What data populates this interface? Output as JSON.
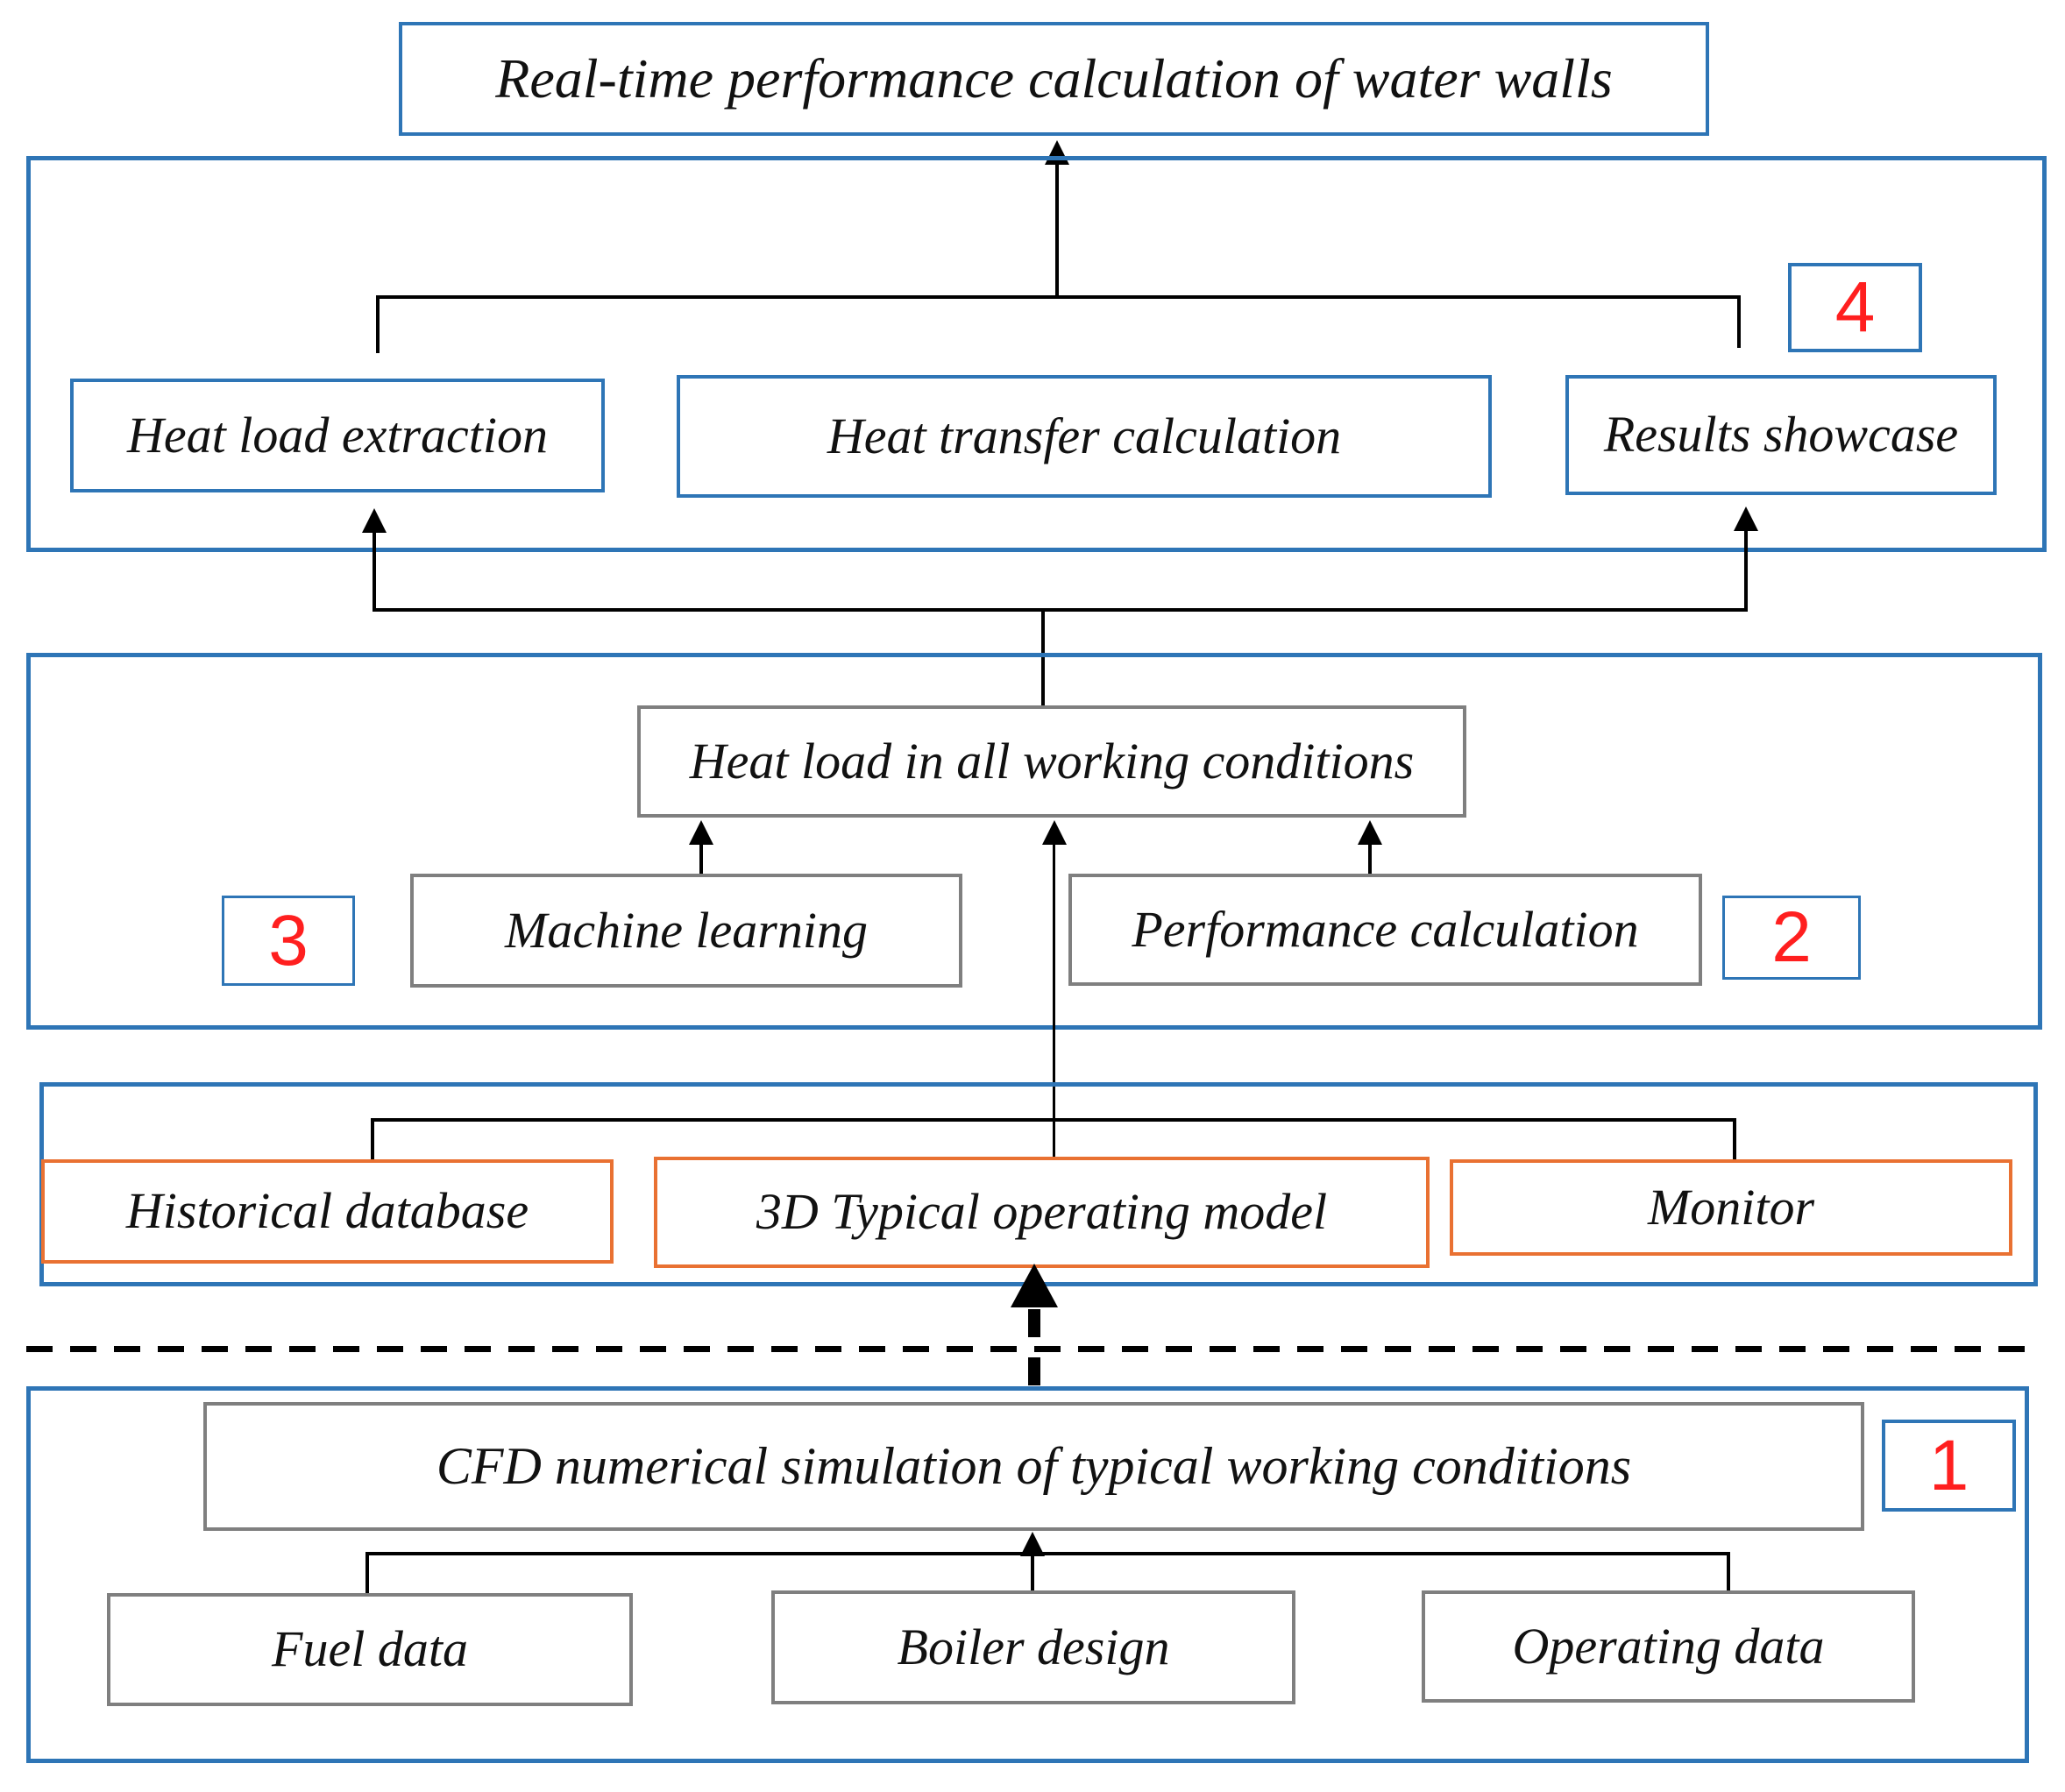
{
  "title_box": {
    "label": "Real-time performance calculation of water walls"
  },
  "stage4": {
    "number": "4",
    "boxes": {
      "heat_load_extraction": "Heat load extraction",
      "heat_transfer_calculation": "Heat transfer calculation",
      "results_showcase": "Results showcase"
    }
  },
  "stage23": {
    "number3": "3",
    "number2": "2",
    "heat_load_all_conditions": "Heat load in all working conditions",
    "machine_learning": "Machine learning",
    "performance_calculation": "Performance calculation"
  },
  "data_layer": {
    "historical_database": "Historical database",
    "model_3d": "3D Typical operating model",
    "monitor": "Monitor"
  },
  "stage1": {
    "number": "1",
    "cfd": "CFD numerical simulation of typical working conditions",
    "inputs": {
      "fuel": "Fuel data",
      "boiler": "Boiler design",
      "operating": "Operating data"
    }
  },
  "colors": {
    "container_blue": "#2e75b6",
    "orange_accent": "#e97132",
    "gray_border": "#7f7f7f",
    "number_red": "#ff1f1f",
    "line_black": "#000000"
  }
}
